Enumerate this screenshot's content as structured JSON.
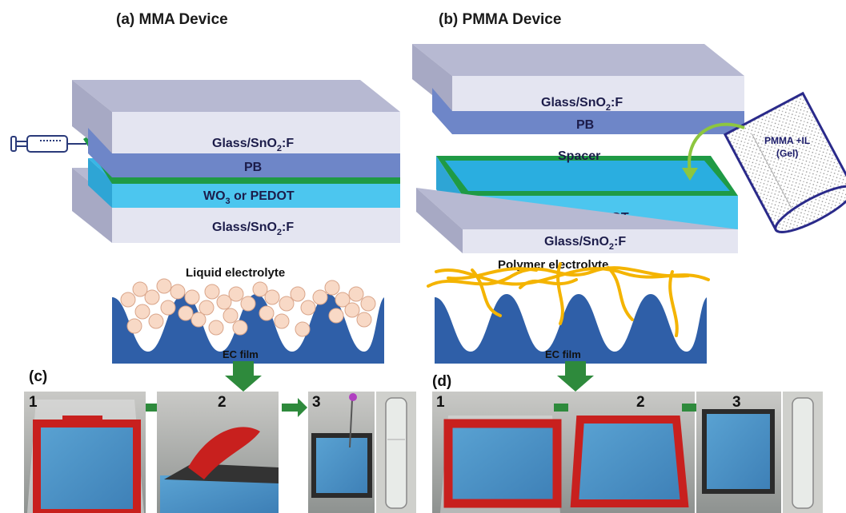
{
  "panels": {
    "a": {
      "title": "(a)  MMA Device",
      "top_glass": "Glass/SnO",
      "top_glass_sub": "2",
      "top_glass_suffix": ":F",
      "pb": "PB",
      "wo3": "WO",
      "wo3_sub": "3",
      "wo3_suffix": " or PEDOT",
      "bottom_glass": "Glass/SnO",
      "bottom_glass_sub": "2",
      "bottom_glass_suffix": ":F",
      "electrolyte_label": "Liquid electrolyte",
      "film_label": "EC film"
    },
    "b": {
      "title": "(b) PMMA Device",
      "top_glass": "Glass/SnO",
      "top_glass_sub": "2",
      "top_glass_suffix": ":F",
      "pb": "PB",
      "spacer": "Spacer",
      "wo3": "WO",
      "wo3_sub": "3",
      "wo3_suffix": " or PEDOT",
      "bottom_glass": "Glass/SnO",
      "bottom_glass_sub": "2",
      "bottom_glass_suffix": ":F",
      "beaker_line1": "PMMA +IL",
      "beaker_line2": "(Gel)",
      "electrolyte_label": "Polymer electrolyte",
      "film_label": "EC film"
    },
    "c": {
      "letter": "(c)",
      "steps": [
        "1",
        "2",
        "3"
      ]
    },
    "d": {
      "letter": "(d)",
      "steps": [
        "1",
        "2",
        "3"
      ]
    }
  },
  "colors": {
    "glass_top": "#b7b9d2",
    "glass_face": "#e4e5f1",
    "pb": "#6e86c8",
    "wo3": "#4cc6ef",
    "spacer": "#1f9a45",
    "ec_film": "#2f5fa8",
    "polymer": "#f4b400",
    "bubble": "#f8d9c6",
    "arrow": "#2e8a3c",
    "red_tape": "#c8201e",
    "photo_blue": "#4a8fc4"
  }
}
